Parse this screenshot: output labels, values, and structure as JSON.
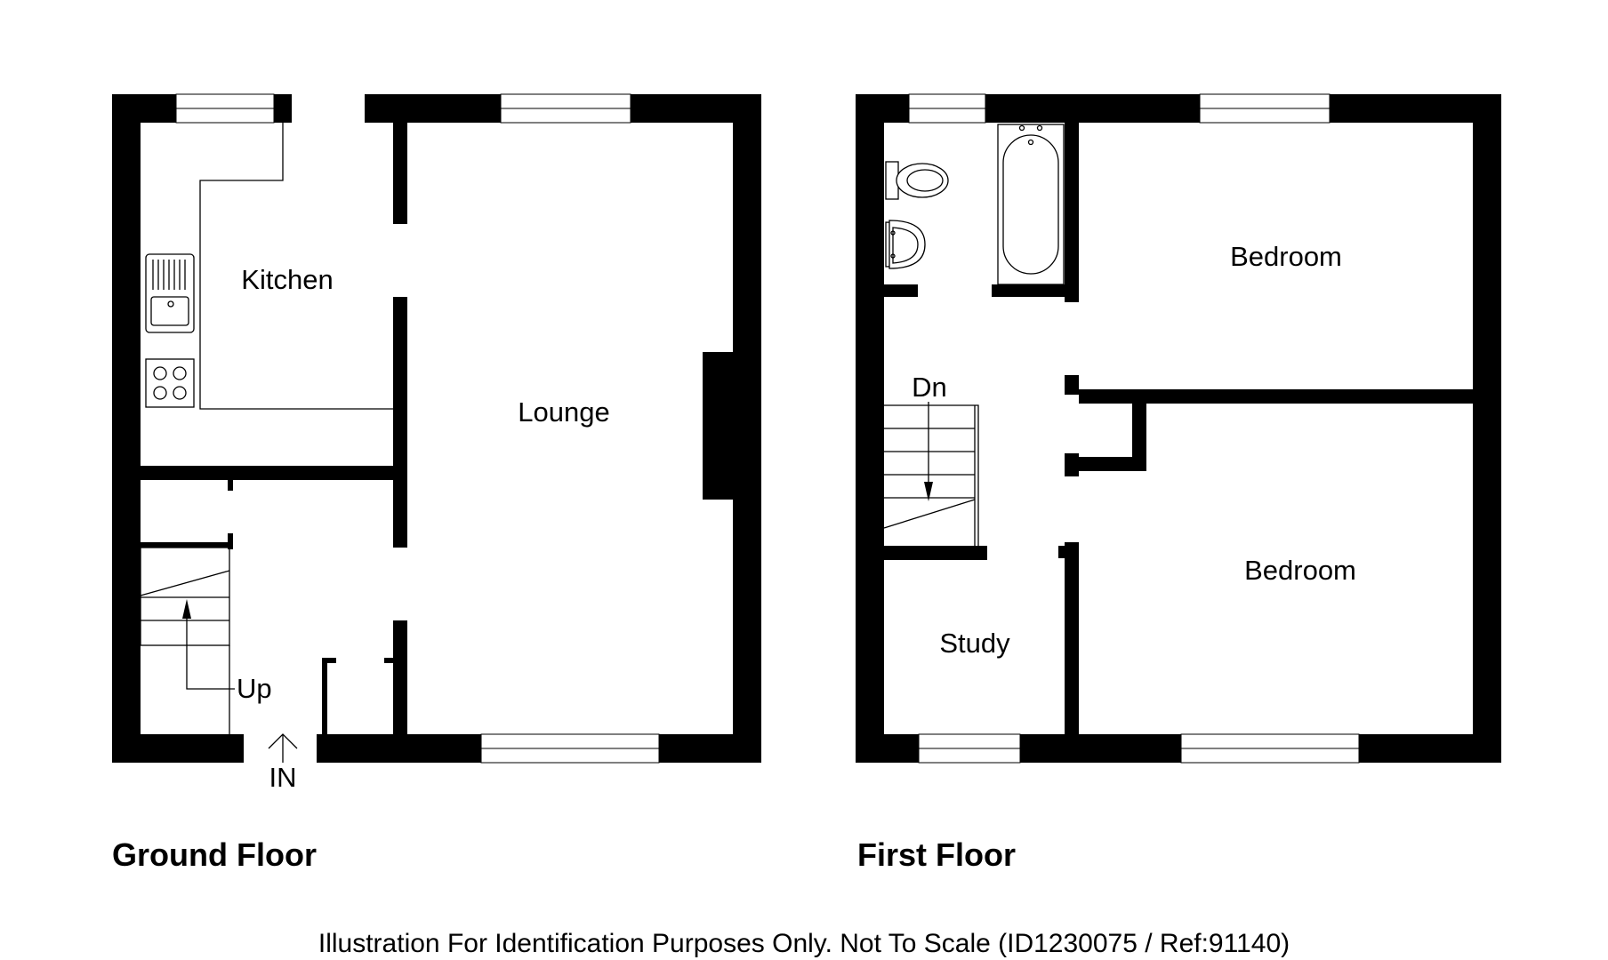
{
  "ground_floor": {
    "title": "Ground Floor",
    "rooms": {
      "kitchen": "Kitchen",
      "lounge": "Lounge"
    },
    "stairs_label": "Up",
    "entrance_label": "IN"
  },
  "first_floor": {
    "title": "First Floor",
    "rooms": {
      "bedroom_1": "Bedroom",
      "bedroom_2": "Bedroom",
      "study": "Study"
    },
    "stairs_label": "Dn"
  },
  "footer": {
    "note": "Illustration For Identification Purposes Only. Not To Scale (ID1230075 / Ref:91140)"
  },
  "colors": {
    "wall": "#000000",
    "background": "#ffffff"
  }
}
